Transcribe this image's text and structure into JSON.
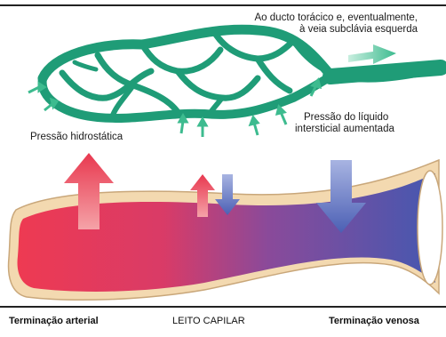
{
  "labels": {
    "duct_line1": "Ao ducto torácico e, eventualmente,",
    "duct_line2": "à veia subclávia esquerda",
    "hydrostatic": "Pressão hidrostática",
    "interstitial_line1": "Pressão do líquido",
    "interstitial_line2": "intersticial aumentada",
    "arterial_end": "Terminação arterial",
    "capillary_bed": "LEITO CAPILAR",
    "venous_end": "Terminação venosa"
  },
  "colors": {
    "lymph_vessel": "#1f9c77",
    "arterial": "#e8384f",
    "venous": "#4b5fb4",
    "arrow_green": "#3dbb8f",
    "wall": "#f3d9b0"
  }
}
